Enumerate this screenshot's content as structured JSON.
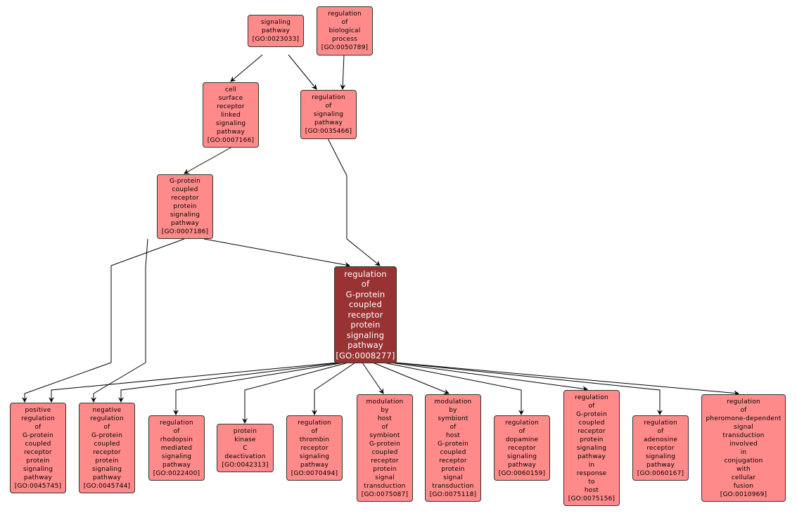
{
  "title": "GO term graph",
  "colors": {
    "node_fill": "#ff8a8a",
    "focus_fill": "#993333",
    "edge": "#000000"
  },
  "nodes": [
    {
      "lines": [
        "signaling",
        "pathway"
      ],
      "id": "[GO:0023033]"
    },
    {
      "lines": [
        "regulation",
        "of",
        "biological",
        "process"
      ],
      "id": "[GO:0050789]"
    },
    {
      "lines": [
        "cell",
        "surface",
        "receptor",
        "linked",
        "signaling",
        "pathway"
      ],
      "id": "[GO:0007166]"
    },
    {
      "lines": [
        "regulation",
        "of",
        "signaling",
        "pathway"
      ],
      "id": "[GO:0035466]"
    },
    {
      "lines": [
        "G-protein",
        "coupled",
        "receptor",
        "protein",
        "signaling",
        "pathway"
      ],
      "id": "[GO:0007186]"
    },
    {
      "lines": [
        "regulation",
        "of",
        "G-protein",
        "coupled",
        "receptor",
        "protein",
        "signaling",
        "pathway"
      ],
      "id": "[GO:0008277]"
    },
    {
      "lines": [
        "positive",
        "regulation",
        "of",
        "G-protein",
        "coupled",
        "receptor",
        "protein",
        "signaling",
        "pathway"
      ],
      "id": "[GO:0045745]"
    },
    {
      "lines": [
        "negative",
        "regulation",
        "of",
        "G-protein",
        "coupled",
        "receptor",
        "protein",
        "signaling",
        "pathway"
      ],
      "id": "[GO:0045744]"
    },
    {
      "lines": [
        "regulation",
        "of",
        "rhodopsin",
        "mediated",
        "signaling",
        "pathway"
      ],
      "id": "[GO:0022400]"
    },
    {
      "lines": [
        "protein",
        "kinase",
        "C",
        "deactivation"
      ],
      "id": "[GO:0042313]"
    },
    {
      "lines": [
        "regulation",
        "of",
        "thrombin",
        "receptor",
        "signaling",
        "pathway"
      ],
      "id": "[GO:0070494]"
    },
    {
      "lines": [
        "modulation",
        "by",
        "host",
        "of",
        "symbiont",
        "G-protein",
        "coupled",
        "receptor",
        "protein",
        "signal",
        "transduction"
      ],
      "id": "[GO:0075087]"
    },
    {
      "lines": [
        "modulation",
        "by",
        "symbiont",
        "of",
        "host",
        "G-protein",
        "coupled",
        "receptor",
        "protein",
        "signal",
        "transduction"
      ],
      "id": "[GO:0075118]"
    },
    {
      "lines": [
        "regulation",
        "of",
        "dopamine",
        "receptor",
        "signaling",
        "pathway"
      ],
      "id": "[GO:0060159]"
    },
    {
      "lines": [
        "regulation",
        "of",
        "G-protein",
        "coupled",
        "receptor",
        "protein",
        "signaling",
        "pathway",
        "in",
        "response",
        "to",
        "host"
      ],
      "id": "[GO:0075156]"
    },
    {
      "lines": [
        "regulation",
        "of",
        "adenosine",
        "receptor",
        "signaling",
        "pathway"
      ],
      "id": "[GO:0060167]"
    },
    {
      "lines": [
        "regulation",
        "of",
        "pheromone-dependent",
        "signal",
        "transduction",
        "involved",
        "in",
        "conjugation",
        "with",
        "cellular",
        "fusion"
      ],
      "id": "[GO:0010969]"
    }
  ]
}
